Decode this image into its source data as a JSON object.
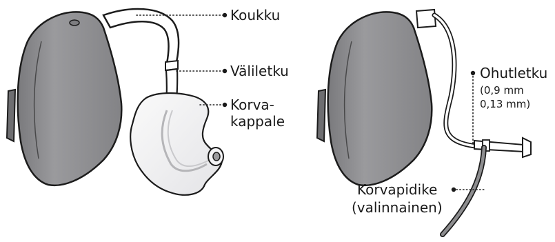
{
  "left_device": {
    "labels": {
      "hook": "Koukku",
      "tubing": "Väliletku",
      "earmold_line1": "Korva-",
      "earmold_line2": "kappale"
    }
  },
  "right_device": {
    "labels": {
      "thin_tube": "Ohutletku",
      "thin_tube_spec1": "(0,9 mm",
      "thin_tube_spec2": "0,13 mm)",
      "retention_line1": "Korvapidike",
      "retention_line2": "(valinnainen)"
    }
  },
  "colors": {
    "body_fill": "#8d8d8f",
    "body_highlight": "#a7a7aa",
    "outline": "#1c1c1c",
    "earmold_fill": "#f2f2f4",
    "tube_fill": "#ffffff"
  }
}
